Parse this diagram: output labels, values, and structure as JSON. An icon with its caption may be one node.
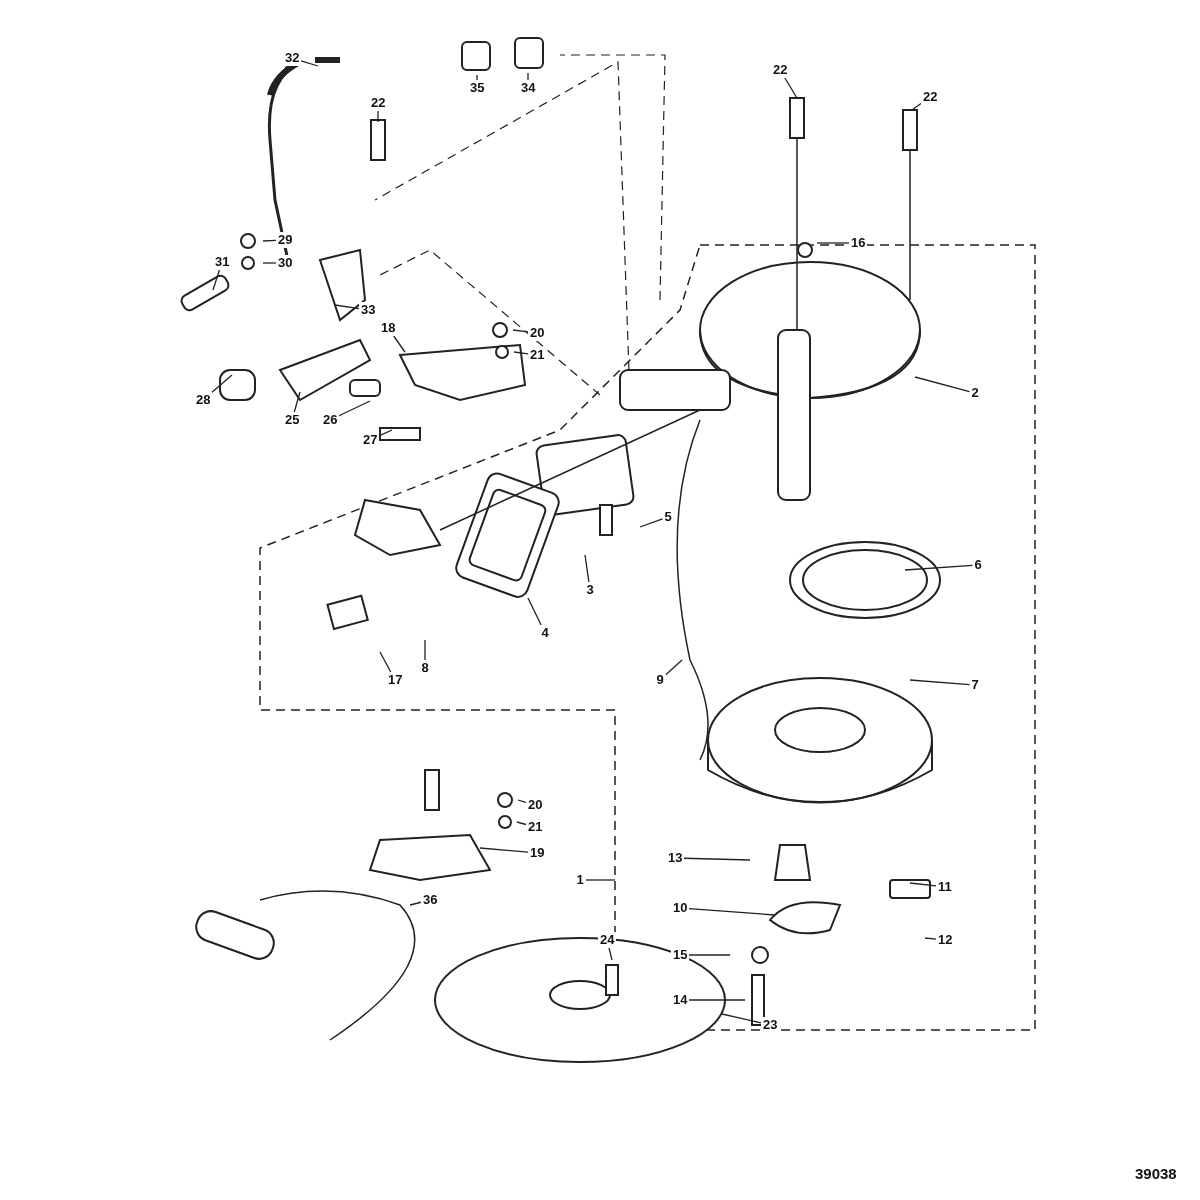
{
  "diagram": {
    "nodes": [
      {
        "text": [
          "32"
        ]
      },
      {
        "text": [
          "35"
        ]
      },
      {
        "text": [
          "34"
        ]
      },
      {
        "text": [
          "22"
        ]
      },
      {
        "text": [
          "22"
        ]
      },
      {
        "text": [
          "22"
        ]
      },
      {
        "text": [
          "16"
        ]
      },
      {
        "text": [
          "29"
        ]
      },
      {
        "text": [
          "30"
        ]
      },
      {
        "text": [
          "31"
        ]
      },
      {
        "text": [
          "33"
        ]
      },
      {
        "text": [
          "18"
        ]
      },
      {
        "text": [
          "20"
        ]
      },
      {
        "text": [
          "21"
        ]
      },
      {
        "text": [
          "2"
        ]
      },
      {
        "text": [
          "28"
        ]
      },
      {
        "text": [
          "25"
        ]
      },
      {
        "text": [
          "26"
        ]
      },
      {
        "text": [
          "27"
        ]
      },
      {
        "text": [
          "5"
        ]
      },
      {
        "text": [
          "6"
        ]
      },
      {
        "text": [
          "3"
        ]
      },
      {
        "text": [
          "4"
        ]
      },
      {
        "text": [
          "8"
        ]
      },
      {
        "text": [
          "17"
        ]
      },
      {
        "text": [
          "9"
        ]
      },
      {
        "text": [
          "7"
        ]
      },
      {
        "text": [
          "20"
        ]
      },
      {
        "text": [
          "21"
        ]
      },
      {
        "text": [
          "19"
        ]
      },
      {
        "text": [
          "13"
        ]
      },
      {
        "text": [
          "1"
        ]
      },
      {
        "text": [
          "11"
        ]
      },
      {
        "text": [
          "36"
        ]
      },
      {
        "text": [
          "10"
        ]
      },
      {
        "text": [
          "12"
        ]
      },
      {
        "text": [
          "15"
        ]
      },
      {
        "text": [
          "24"
        ]
      },
      {
        "text": [
          "14"
        ]
      },
      {
        "text": [
          "23"
        ]
      }
    ],
    "edges": [
      {
        "from": 0,
        "to": null,
        "arrow": "none"
      },
      {
        "from": 0,
        "to": null,
        "arrow": "none"
      },
      {
        "from": 1,
        "to": null,
        "arrow": "none"
      },
      {
        "from": 2,
        "to": null,
        "arrow": "none"
      },
      {
        "from": 3,
        "to": null,
        "arrow": "none"
      },
      {
        "from": 4,
        "to": null,
        "arrow": "none"
      },
      {
        "from": 5,
        "to": null,
        "arrow": "none"
      },
      {
        "from": 6,
        "to": null,
        "arrow": "none"
      },
      {
        "from": 7,
        "to": null,
        "arrow": "none"
      },
      {
        "from": 8,
        "to": null,
        "arrow": "none"
      },
      {
        "from": 9,
        "to": null,
        "arrow": "none"
      },
      {
        "from": 10,
        "to": null,
        "arrow": "none"
      },
      {
        "from": 11,
        "to": null,
        "arrow": "none"
      },
      {
        "from": 12,
        "to": null,
        "arrow": "none"
      },
      {
        "from": 13,
        "to": null,
        "arrow": "none"
      },
      {
        "from": 14,
        "to": null,
        "arrow": "none"
      },
      {
        "from": 15,
        "to": null,
        "arrow": "none"
      },
      {
        "from": 16,
        "to": null,
        "arrow": "none"
      },
      {
        "from": 17,
        "to": null,
        "arrow": "none"
      },
      {
        "from": 18,
        "to": null,
        "arrow": "none"
      },
      {
        "from": 19,
        "to": null,
        "arrow": "none"
      },
      {
        "from": 20,
        "to": null,
        "arrow": "none"
      },
      {
        "from": 21,
        "to": null,
        "arrow": "none"
      },
      {
        "from": 22,
        "to": null,
        "arrow": "none"
      },
      {
        "from": 23,
        "to": null,
        "arrow": "none"
      },
      {
        "from": 24,
        "to": null,
        "arrow": "none"
      },
      {
        "from": 25,
        "to": null,
        "arrow": "none"
      },
      {
        "from": 26,
        "to": null,
        "arrow": "none"
      },
      {
        "from": 27,
        "to": null,
        "arrow": "none"
      },
      {
        "from": 28,
        "to": null,
        "arrow": "none"
      },
      {
        "from": 29,
        "to": null,
        "arrow": "none"
      },
      {
        "from": 30,
        "to": null,
        "arrow": "none"
      },
      {
        "from": 31,
        "to": null,
        "arrow": "none"
      },
      {
        "from": 32,
        "to": null,
        "arrow": "none"
      },
      {
        "from": 33,
        "to": null,
        "arrow": "none"
      },
      {
        "from": 34,
        "to": null,
        "arrow": "none"
      },
      {
        "from": 35,
        "to": null,
        "arrow": "none"
      },
      {
        "from": 36,
        "to": null,
        "arrow": "none"
      },
      {
        "from": 37,
        "to": null,
        "arrow": "none"
      },
      {
        "from": 38,
        "to": null,
        "arrow": "none"
      },
      {
        "from": 39,
        "to": null,
        "arrow": "none"
      }
    ],
    "labels": [
      "39038"
    ]
  }
}
